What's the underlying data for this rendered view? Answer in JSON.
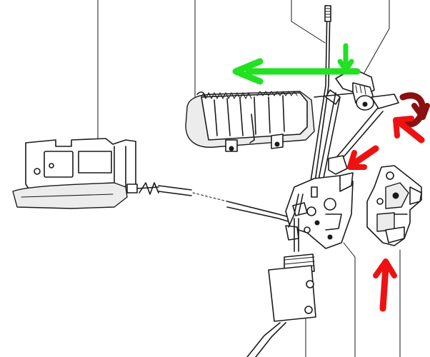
{
  "diagram": {
    "arrows": [
      {
        "name": "green-left-arrow",
        "color": "#22e022",
        "direction": "left"
      },
      {
        "name": "green-down-arrow",
        "color": "#22e022",
        "direction": "down"
      },
      {
        "name": "dark-red-curved-arrow",
        "color": "#8b1010",
        "direction": "rotate"
      },
      {
        "name": "red-arrow-upper",
        "color": "#ee1111",
        "direction": "up-left"
      },
      {
        "name": "red-arrow-middle",
        "color": "#ee1111",
        "direction": "up-left"
      },
      {
        "name": "red-arrow-bottom",
        "color": "#ee1111",
        "direction": "up"
      }
    ],
    "line_color": "#1a1a1a",
    "background": "#ffffff"
  }
}
